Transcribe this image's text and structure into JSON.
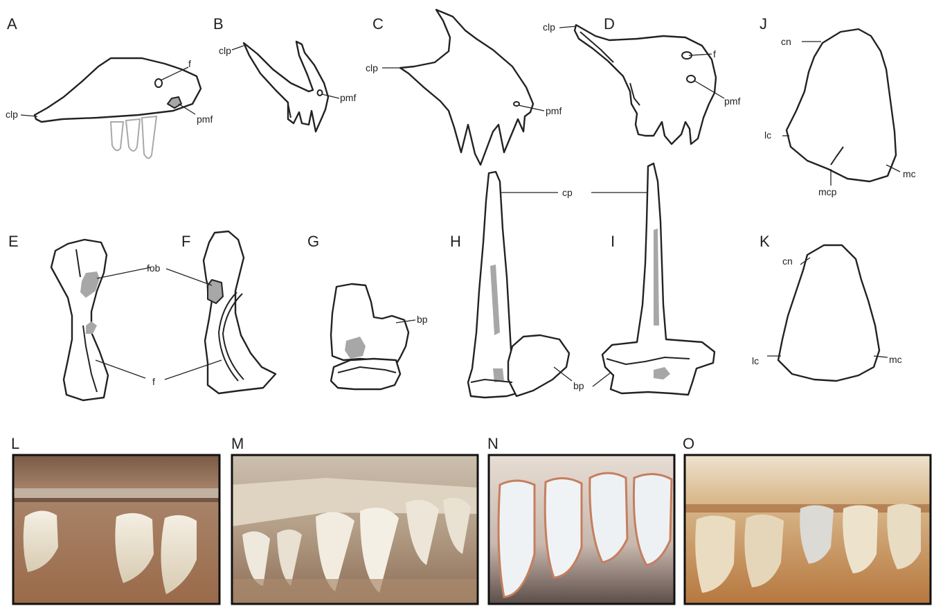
{
  "panel_letters": {
    "A": "A",
    "B": "B",
    "C": "C",
    "D": "D",
    "E": "E",
    "F": "F",
    "G": "G",
    "H": "H",
    "I": "I",
    "J": "J",
    "K": "K",
    "L": "L",
    "M": "M",
    "N": "N",
    "O": "O"
  },
  "labels": {
    "a_f": "f",
    "a_pmf": "pmf",
    "a_clp": "clp",
    "b_clp": "clp",
    "b_pmf": "pmf",
    "c_clp": "clp",
    "c_pmf": "pmf",
    "d_clp": "clp",
    "d_f": "f",
    "d_pmf": "pmf",
    "j_cn": "cn",
    "j_lc": "lc",
    "j_mc": "mc",
    "j_mcp": "mcp",
    "ef_fob": "fob",
    "ef_f": "f",
    "g_bp": "bp",
    "hi_cp": "cp",
    "hi_bp": "bp",
    "k_cn": "cn",
    "k_lc": "lc",
    "k_mc": "mc"
  },
  "colors": {
    "line": "#222222",
    "shading": "#a7a7a7",
    "photo_frame": "#111111"
  }
}
